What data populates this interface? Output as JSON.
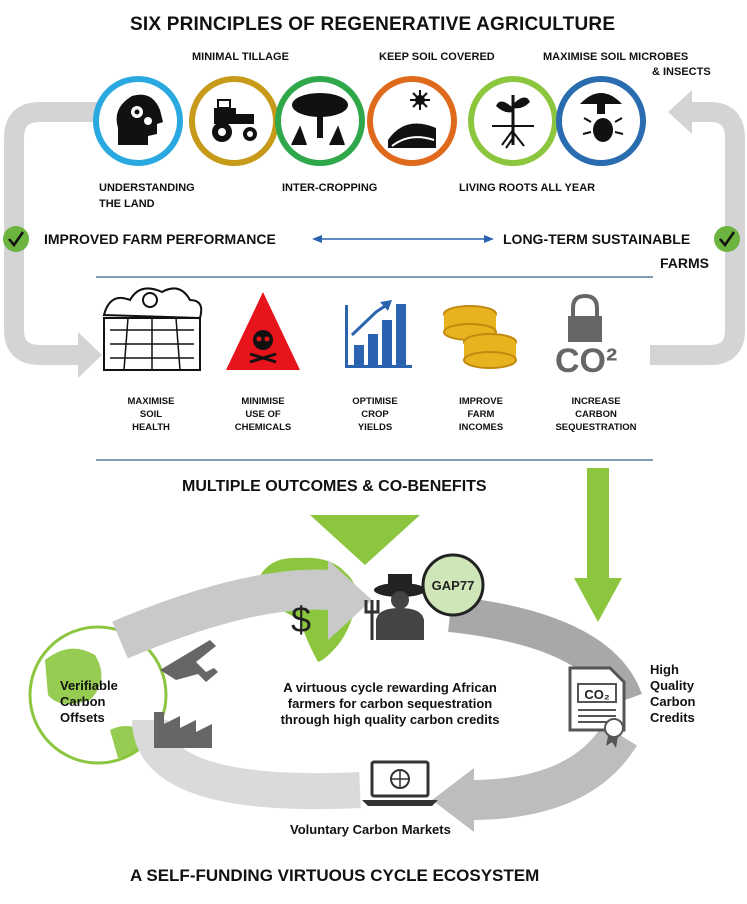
{
  "title": "SIX PRINCIPLES OF REGENERATIVE AGRICULTURE",
  "principles": [
    {
      "label": "UNDERSTANDING THE LAND",
      "line1": "UNDERSTANDING",
      "line2": "THE LAND",
      "ring": "#29a9e0",
      "icon": "head-gears-icon"
    },
    {
      "label": "MINIMAL TILLAGE",
      "ring": "#c79a1a",
      "icon": "tractor-icon"
    },
    {
      "label": "INTER-CROPPING",
      "ring": "#2ea84a",
      "icon": "tree-crops-icon"
    },
    {
      "label": "KEEP SOIL COVERED",
      "ring": "#e06a1b",
      "icon": "sun-field-icon"
    },
    {
      "label": "LIVING ROOTS ALL YEAR",
      "ring": "#8cc63f",
      "icon": "plant-roots-icon"
    },
    {
      "label": "MAXIMISE SOIL MICROBES & INSECTS",
      "line1": "MAXIMISE SOIL MICROBES",
      "line2": "& INSECTS",
      "ring": "#2a6cb0",
      "icon": "mushroom-beetle-icon"
    }
  ],
  "middle": {
    "left": "IMPROVED FARM PERFORMANCE",
    "right_line1": "LONG-TERM SUSTAINABLE",
    "right_line2": "FARMS"
  },
  "benefits": [
    {
      "l1": "MAXIMISE",
      "l2": "SOIL",
      "l3": "HEALTH",
      "icon": "soil-health-icon"
    },
    {
      "l1": "MINIMISE",
      "l2": "USE OF",
      "l3": "CHEMICALS",
      "icon": "hazard-skull-icon"
    },
    {
      "l1": "OPTIMISE",
      "l2": "CROP",
      "l3": "YIELDS",
      "icon": "growth-chart-icon"
    },
    {
      "l1": "IMPROVE",
      "l2": "FARM",
      "l3": "INCOMES",
      "icon": "coins-icon"
    },
    {
      "l1": "INCREASE",
      "l2": "CARBON",
      "l3": "SEQUESTRATION",
      "icon": "co2-lock-icon"
    }
  ],
  "co2_label": "CO²",
  "outcomes": "MULTIPLE OUTCOMES & CO-BENEFITS",
  "cycle": {
    "badge": "GAP77",
    "dollar": "$",
    "center_l1": "A virtuous cycle rewarding African",
    "center_l2": "farmers for carbon sequestration",
    "center_l3": "through high quality carbon credits",
    "left_l1": "Verifiable",
    "left_l2": "Carbon",
    "left_l3": "Offsets",
    "right_l1": "High",
    "right_l2": "Quality",
    "right_l3": "Carbon",
    "right_l4": "Credits",
    "doc_label": "CO₂",
    "bottom": "Voluntary Carbon Markets"
  },
  "footer": "A SELF-FUNDING VIRTUOUS CYCLE ECOSYSTEM",
  "colors": {
    "grey_arrow": "#d4d4d4",
    "green": "#8cc63f",
    "check": "#6cb33f",
    "rule": "#3a5f8a",
    "red": "#e8141c",
    "chart_blue": "#2a63b0",
    "coin": "#e9b21f"
  }
}
